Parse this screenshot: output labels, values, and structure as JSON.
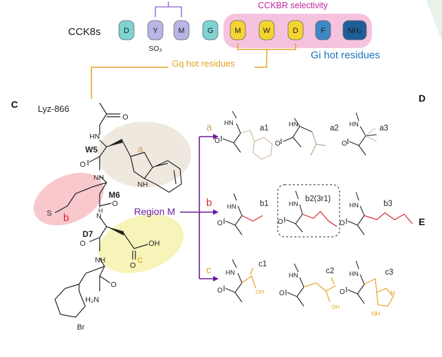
{
  "sequence": {
    "label": "CCK8s",
    "residues": [
      {
        "code": "D",
        "color": "#7fd3d3"
      },
      {
        "code": "Y",
        "color": "#b8b6e6"
      },
      {
        "code": "M",
        "color": "#b8b6e6"
      },
      {
        "code": "G",
        "color": "#7fd3d3"
      },
      {
        "code": "M",
        "color": "#f5d431"
      },
      {
        "code": "W",
        "color": "#f5d431"
      },
      {
        "code": "D",
        "color": "#f5d431"
      },
      {
        "code": "F",
        "color": "#3f88c5"
      },
      {
        "code": "NH₂",
        "color": "#1f5f99"
      }
    ],
    "so3": "SO₃",
    "cckbr_selectivity": "CCKBR selectivity",
    "gi_hot": "Gi hot residues",
    "gq_hot": "Gq hot residues"
  },
  "panels": {
    "c": "C",
    "d": "D",
    "e": "E"
  },
  "molecule": {
    "name": "Lyz-866",
    "w5": "W5",
    "m6": "M6",
    "d7": "D7",
    "region_a": "a",
    "region_b": "b",
    "region_c": "c",
    "oh": "OH",
    "h2n": "H₂N",
    "br": "Br",
    "hn": "HN",
    "h": "H",
    "o": "O",
    "n": "N",
    "nh": "NH",
    "s": "S"
  },
  "region_m": "Region M",
  "variants": {
    "a_label": "a",
    "b_label": "b",
    "c_label": "c",
    "a1": "a1",
    "a2": "a2",
    "a3": "a3",
    "b1": "b1",
    "b2": "b2(3r1)",
    "b3": "b3",
    "c1": "c1",
    "c2": "c2",
    "c3": "c3",
    "hn": "HN",
    "o": "O",
    "oh": "OH",
    "n": "N",
    "nh": "NH"
  },
  "colors": {
    "cckbr": "#c0259f",
    "gi": "#1e73b8",
    "gq": "#e5a323",
    "region_a": "#c9a36f",
    "region_b": "#d8262d",
    "region_c": "#e5a323",
    "arrow": "#6a1b9a"
  }
}
